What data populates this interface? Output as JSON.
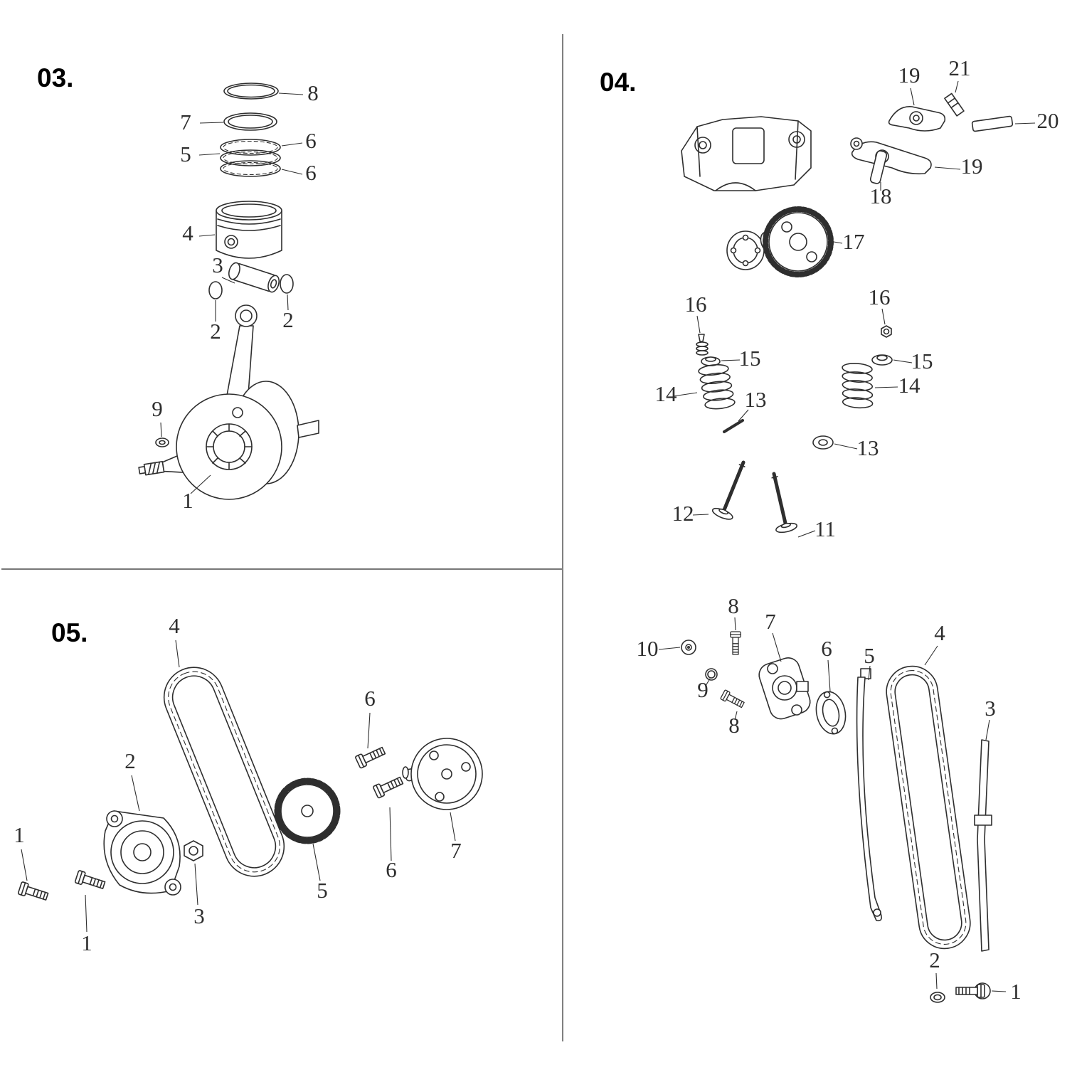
{
  "page": {
    "background": "#ffffff",
    "line_color": "#2e2e2e",
    "text_color": "#2e2e2e"
  },
  "sections": {
    "s03": {
      "title": "03.",
      "labels": {
        "n8": "8",
        "n7": "7",
        "n6a": "6",
        "n5": "5",
        "n6b": "6",
        "n4": "4",
        "n3": "3",
        "n2a": "2",
        "n2b": "2",
        "n9": "9",
        "n1": "1"
      }
    },
    "s04": {
      "title": "04.",
      "labels": {
        "n19a": "19",
        "n21": "21",
        "n20": "20",
        "n19b": "19",
        "n18": "18",
        "n17": "17",
        "n16a": "16",
        "n16b": "16",
        "n15a": "15",
        "n15b": "15",
        "n14a": "14",
        "n14b": "14",
        "n13a": "13",
        "n13b": "13",
        "n12": "12",
        "n11": "11",
        "n10": "10",
        "n9": "9",
        "n8a": "8",
        "n8b": "8",
        "n7": "7",
        "n6": "6",
        "n5": "5",
        "n4": "4",
        "n3": "3",
        "n2": "2",
        "n1": "1"
      }
    },
    "s05": {
      "title": "05.",
      "labels": {
        "n4": "4",
        "n2": "2",
        "n1a": "1",
        "n1b": "1",
        "n3": "3",
        "n5": "5",
        "n6a": "6",
        "n6b": "6",
        "n7": "7"
      }
    }
  }
}
